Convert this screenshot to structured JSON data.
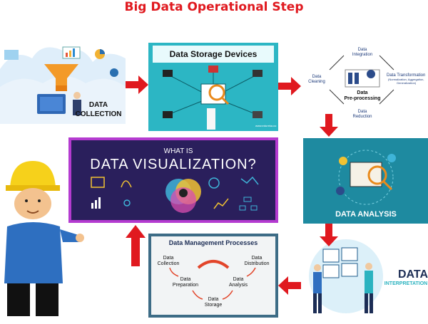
{
  "title": "Big Data Operational Step",
  "data_collection": {
    "line1": "DATA",
    "line2": "COLLECTION"
  },
  "data_storage": {
    "title": "Data Storage Devices",
    "credit": "www.edureka.co"
  },
  "preprocessing_cycle": {
    "center_line1": "Data",
    "center_line2": "Pre-processing",
    "integration_1": "Data",
    "integration_2": "Integration",
    "transform_1": "Data Transformation",
    "transform_2": "(Normalization, Aggregation,",
    "transform_3": "Generalization)",
    "reduction_1": "Data",
    "reduction_2": "Reduction",
    "cleaning_1": "Data",
    "cleaning_2": "Cleaning"
  },
  "visualization": {
    "line1": "WHAT IS",
    "line2": "DATA VISUALIZATION?"
  },
  "analysis": {
    "label": "DATA ANALYSIS"
  },
  "management": {
    "title": "Data Management Processes",
    "collection_1": "Data",
    "collection_2": "Collection",
    "distribution_1": "Data",
    "distribution_2": "Distribution",
    "preparation_1": "Data",
    "preparation_2": "Preparation",
    "analysis_1": "Data",
    "analysis_2": "Analysis",
    "storage_1": "Data",
    "storage_2": "Storage"
  },
  "interpretation": {
    "line1": "DATA",
    "line2": "INTERPRETATION"
  },
  "colors": {
    "arrow_red": "#e0191f",
    "title_red": "#e0191f",
    "viz_bg": "#2a1f5c",
    "viz_border": "#b43bd0",
    "storage_bg": "#2cb6c4",
    "analysis_bg": "#1e8aa0",
    "mgmt_bg": "#3d6c86"
  }
}
